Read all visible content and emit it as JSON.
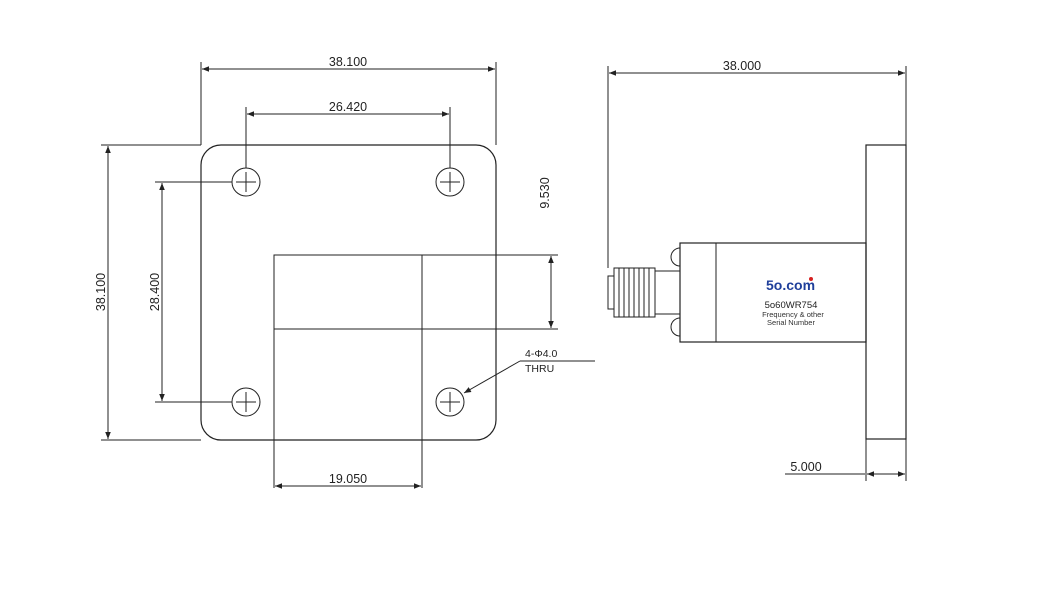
{
  "front_view": {
    "dim_flange_width": "38.100",
    "dim_hole_spacing_x": "26.420",
    "dim_flange_height": "38.100",
    "dim_hole_spacing_y": "28.400",
    "dim_aperture_height": "9.530",
    "dim_aperture_width": "19.050",
    "hole_callout_line1": "4-Φ4.0",
    "hole_callout_line2": "THRU"
  },
  "side_view": {
    "dim_overall_length": "38.000",
    "dim_flange_thickness": "5.000",
    "label_logo": "5o.com",
    "label_model": "5o60WR754",
    "label_line2": "Frequency & other",
    "label_line3": "Serial Number"
  },
  "colors": {
    "line": "#222222",
    "logo_blue": "#1f3f9b",
    "logo_red": "#d62020"
  }
}
